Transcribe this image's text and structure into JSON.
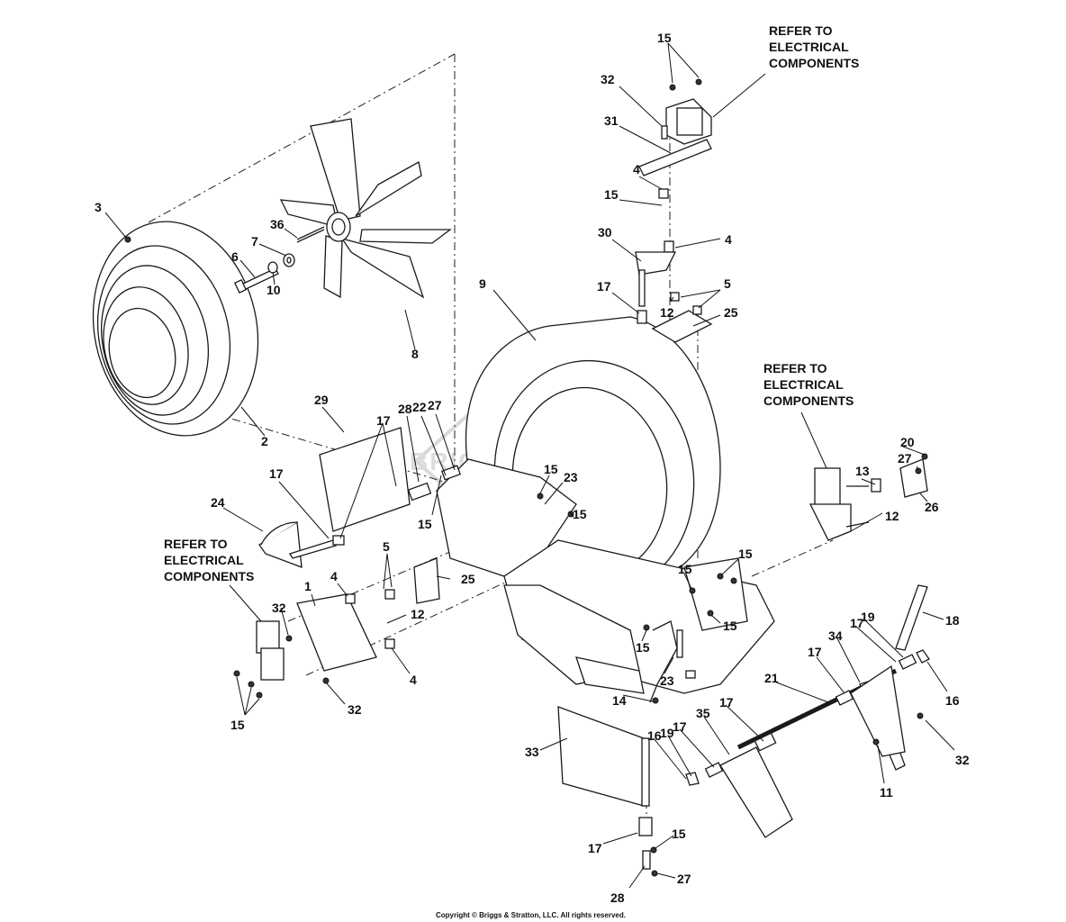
{
  "notes": {
    "ref_top": [
      "REFER TO",
      "ELECTRICAL",
      "COMPONENTS"
    ],
    "ref_mid": [
      "REFER TO",
      "ELECTRICAL",
      "COMPONENTS"
    ],
    "ref_left": [
      "REFER TO",
      "ELECTRICAL",
      "COMPONENTS"
    ]
  },
  "watermark": "BRIGGS&STRATTON",
  "copyright": "Copyright © Briggs & Stratton, LLC. All rights reserved.",
  "callouts": [
    "15",
    "32",
    "31",
    "4",
    "15",
    "30",
    "4",
    "17",
    "12",
    "5",
    "25",
    "9",
    "3",
    "36",
    "7",
    "6",
    "10",
    "8",
    "2",
    "29",
    "28",
    "22",
    "27",
    "17",
    "15",
    "23",
    "15",
    "17",
    "24",
    "15",
    "5",
    "25",
    "1",
    "4",
    "12",
    "32",
    "32",
    "4",
    "15",
    "13",
    "20",
    "27",
    "26",
    "12",
    "15",
    "15",
    "15",
    "15",
    "14",
    "23",
    "18",
    "17",
    "19",
    "34",
    "17",
    "16",
    "21",
    "17",
    "35",
    "19",
    "16",
    "17",
    "33",
    "32",
    "11",
    "17",
    "15",
    "27",
    "28"
  ]
}
